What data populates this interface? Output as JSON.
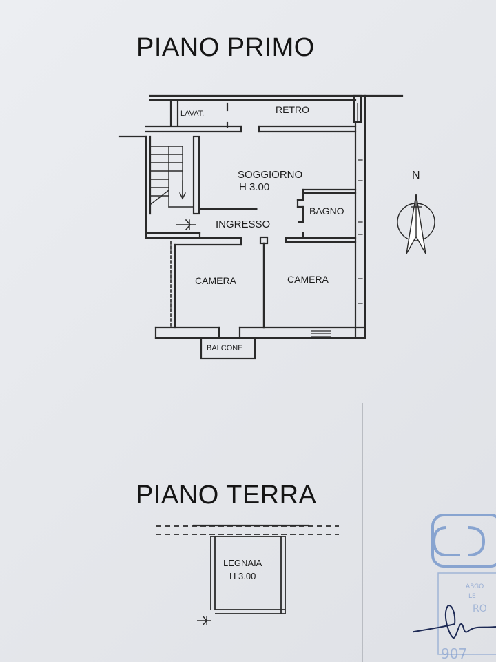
{
  "floor_upper": {
    "title": "PIANO PRIMO",
    "rooms": {
      "lavat": "LAVAT.",
      "retro": "RETRO",
      "soggiorno": "SOGGIORNO",
      "soggiorno_height": "H 3.00",
      "bagno": "BAGNO",
      "ingresso": "INGRESSO",
      "camera_left": "CAMERA",
      "camera_right": "CAMERA",
      "balcone": "BALCONE"
    },
    "compass_label": "N"
  },
  "floor_ground": {
    "title": "PIANO TERRA",
    "rooms": {
      "legnaia": "LEGNAIA",
      "legnaia_height": "H 3.00"
    }
  },
  "stamp": {
    "color": "#5f86c4",
    "fragments": [
      "ABGO",
      "LE",
      "RO",
      "907"
    ]
  },
  "colors": {
    "wall": "#2a2a2a",
    "paper": "#e7e9ed",
    "stamp_blue": "#6b8fc9",
    "signature": "#1e2a55"
  }
}
